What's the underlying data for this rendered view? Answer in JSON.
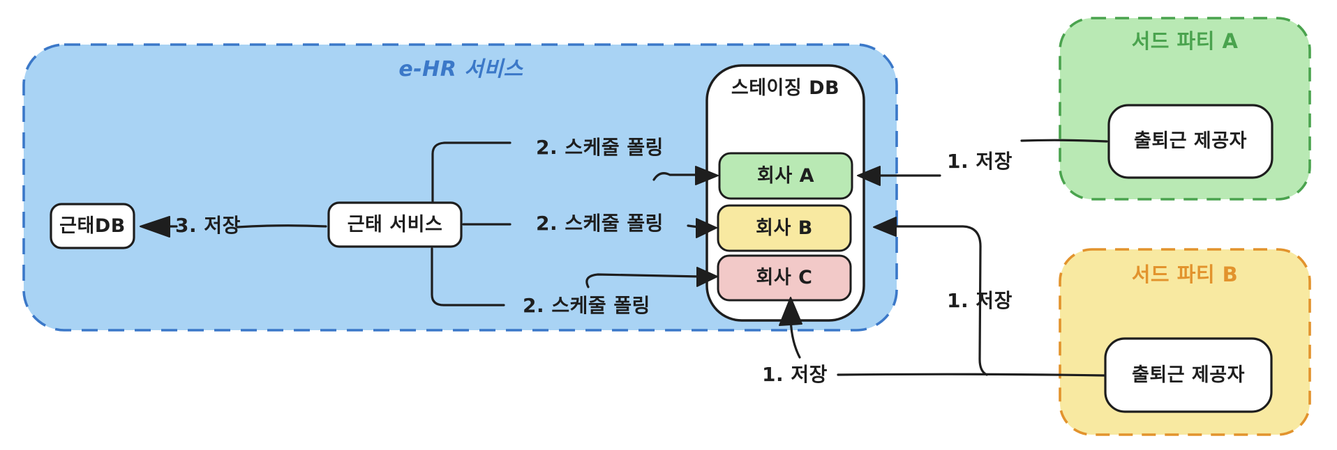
{
  "diagram": {
    "ehr_region": {
      "title": "e-HR 서비스"
    },
    "staging_db": {
      "title": "스테이징 DB",
      "companies": [
        {
          "label": "회사 A"
        },
        {
          "label": "회사 B"
        },
        {
          "label": "회사 C"
        }
      ]
    },
    "attendance_db": {
      "label": "근태DB"
    },
    "attendance_service": {
      "label": "근태 서비스"
    },
    "third_party_a": {
      "title": "서드 파티 A",
      "provider": "출퇴근 제공자"
    },
    "third_party_b": {
      "title": "서드 파티 B",
      "provider": "출퇴근 제공자"
    },
    "connections": {
      "save_final": "3. 저장",
      "polling": [
        "2. 스케줄 폴링",
        "2. 스케줄 폴링",
        "2. 스케줄 폴링"
      ],
      "saves": [
        "1. 저장",
        "1. 저장",
        "1. 저장"
      ]
    }
  },
  "colors": {
    "blue_fill": "#a9d3f4",
    "blue_stroke": "#3b78c8",
    "green_fill": "#b9e9b4",
    "green_stroke": "#4aa34e",
    "yellow_fill": "#f8e9a1",
    "orange_stroke": "#e2932d",
    "pink_fill": "#f2c9c8",
    "white_fill": "#ffffff",
    "ink": "#1e1e1e"
  }
}
